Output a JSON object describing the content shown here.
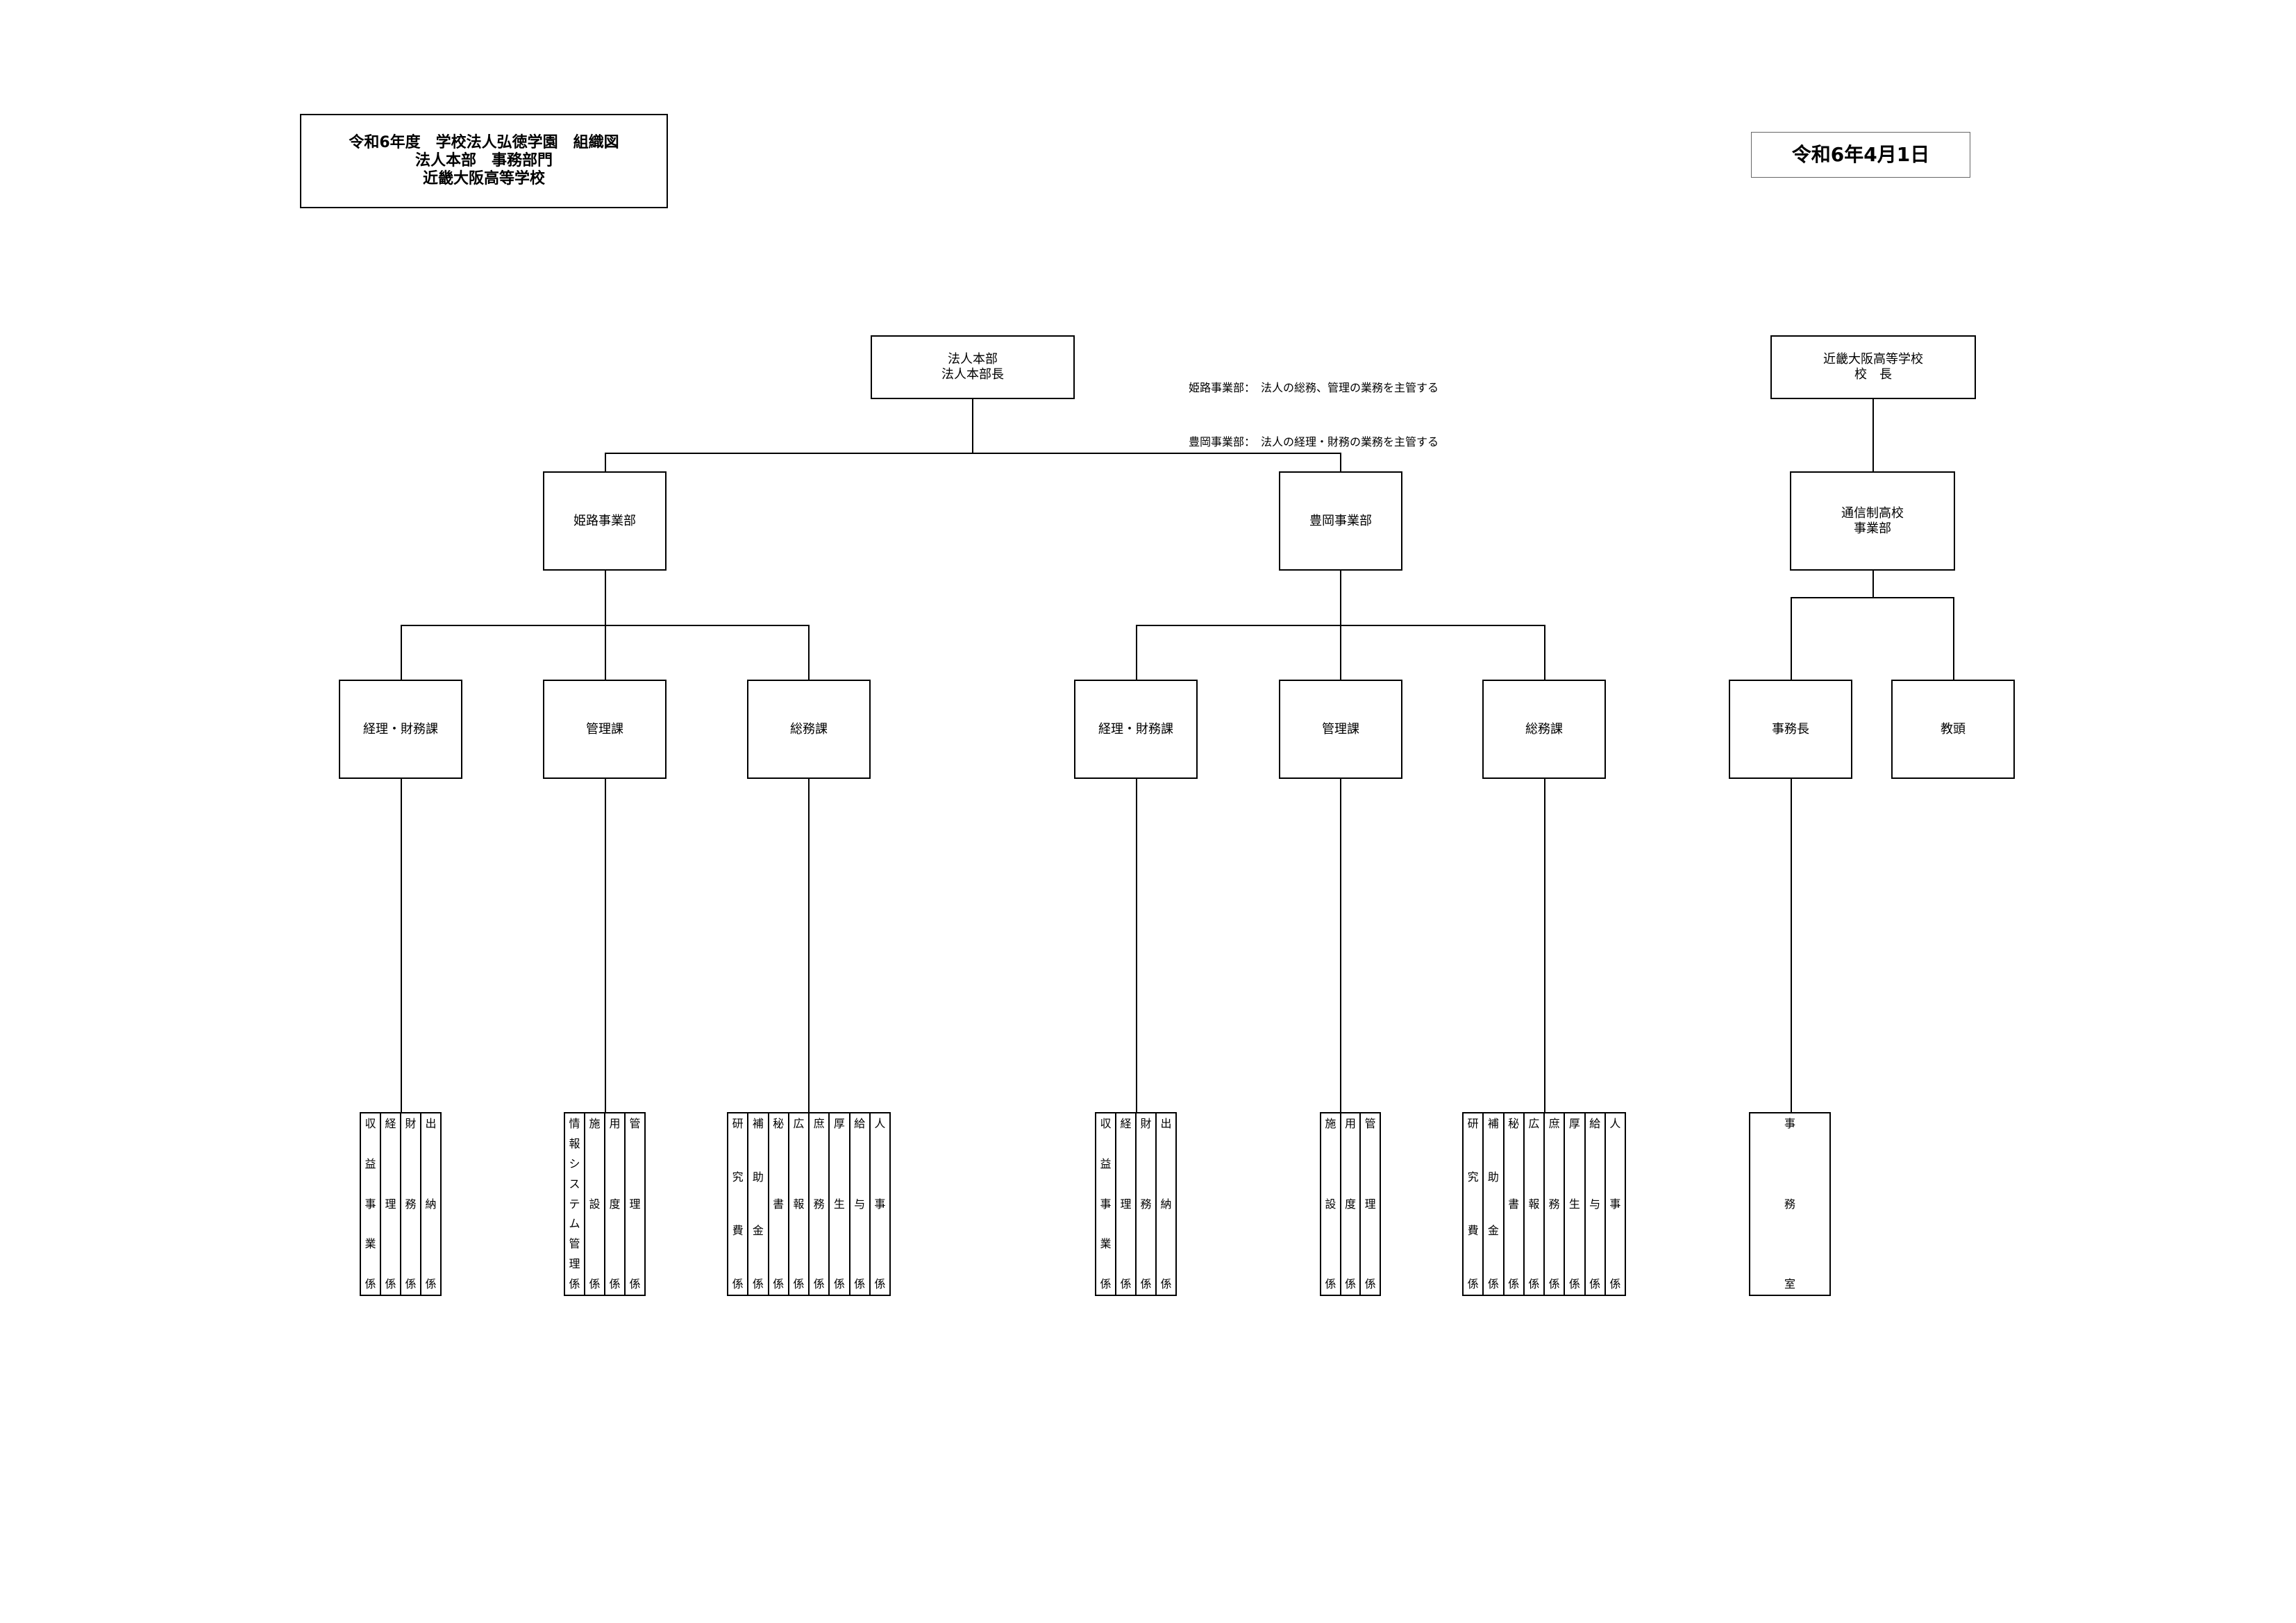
{
  "header": {
    "title_lines": [
      "令和6年度　学校法人弘徳学園　組織図",
      "法人本部　事務部門",
      "近畿大阪高等学校"
    ],
    "date": "令和6年4月1日"
  },
  "notes": [
    "姫路事業部：　法人の総務、管理の業務を主管する",
    "豊岡事業部：　法人の経理・財務の業務を主管する"
  ],
  "hq": {
    "line1": "法人本部",
    "line2": "法人本部長"
  },
  "school": {
    "line1": "近畿大阪高等学校",
    "line2": "校　長"
  },
  "himeji": {
    "name": "姫路事業部",
    "sections": [
      "経理・財務課",
      "管理課",
      "総務課"
    ],
    "groups": [
      [
        "収益事業係",
        "経理係",
        "財務係",
        "出納係"
      ],
      [
        "情報システム管理係",
        "施設係",
        "用度係",
        "管理係"
      ],
      [
        "研究費係",
        "補助金係",
        "秘書係",
        "広報係",
        "庶務係",
        "厚生係",
        "給与係",
        "人事係"
      ]
    ]
  },
  "toyooka": {
    "name": "豊岡事業部",
    "sections": [
      "経理・財務課",
      "管理課",
      "総務課"
    ],
    "groups": [
      [
        "収益事業係",
        "経理係",
        "財務係",
        "出納係"
      ],
      [
        "施設係",
        "用度係",
        "管理係"
      ],
      [
        "研究費係",
        "補助金係",
        "秘書係",
        "広報係",
        "庶務係",
        "厚生係",
        "給与係",
        "人事係"
      ]
    ]
  },
  "tsushin": {
    "line1": "通信制高校",
    "line2": "事業部",
    "sections": [
      "事務長",
      "教頭"
    ],
    "groups": [
      [
        "事務室"
      ]
    ]
  }
}
